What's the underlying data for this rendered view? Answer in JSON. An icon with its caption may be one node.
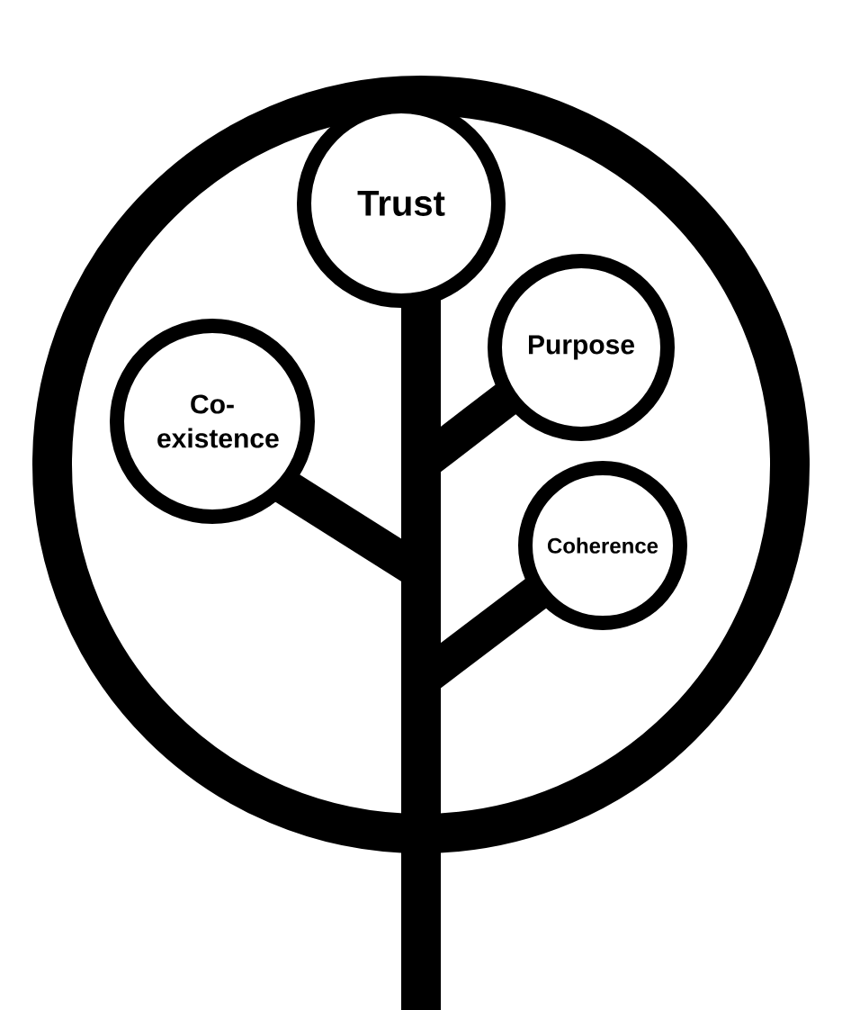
{
  "diagram": {
    "nodes": [
      {
        "text": [
          "Trust"
        ]
      },
      {
        "text": [
          "Purpose"
        ]
      },
      {
        "text": [
          "Co-existence"
        ]
      },
      {
        "text": [
          "Coherence"
        ]
      }
    ]
  }
}
